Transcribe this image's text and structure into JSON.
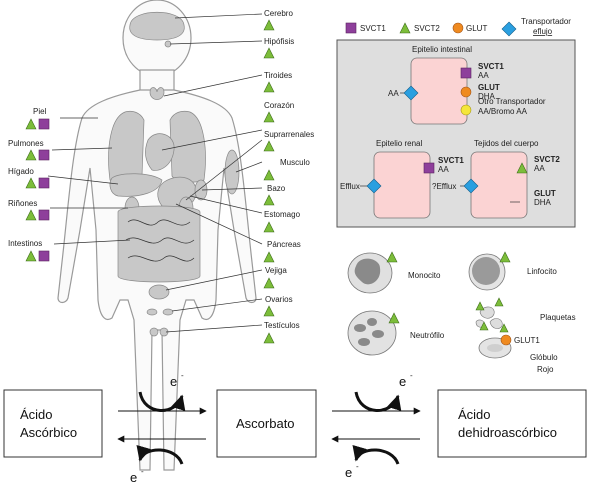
{
  "legend": {
    "svct1": "SVCT1",
    "svct2": "SVCT2",
    "glut": "GLUT",
    "transporter_line1": "Transportador",
    "transporter_line2": "eflujo"
  },
  "colors": {
    "svct1": "#8e3f9b",
    "svct2": "#7cbd3a",
    "glut": "#ef8a20",
    "efflux": "#2a9fe0",
    "other": "#f5e63a",
    "cell": "#fbd3d3",
    "panel": "#dedede"
  },
  "organs_right": [
    "Cerebro",
    "Hipófisis",
    "Tiroides",
    "Corazón",
    "Suprarrenales",
    "Musculo",
    "Bazo",
    "Estomago",
    "Páncreas",
    "Vejiga",
    "Ovarios",
    "Testículos"
  ],
  "organs_left": [
    "Piel",
    "Pulmones",
    "Hígado",
    "Riñones",
    "Intestinos"
  ],
  "panel": {
    "intestinal_title": "Epitelio intestinal",
    "aa": "AA",
    "int_svct1": "SVCT1",
    "int_svct1_sub": "AA",
    "int_glut": "GLUT",
    "int_glut_sub": "DHA",
    "int_other": "Otro Transportador",
    "int_other_sub": "AA/Bromo AA",
    "renal_title": "Epitelio renal",
    "renal_svct1": "SVCT1",
    "renal_svct1_sub": "AA",
    "efflux": "Efflux",
    "tissue_title": "Tejidos del cuerpo",
    "qefflux": "?Efflux",
    "tis_svct2": "SVCT2",
    "tis_svct2_sub": "AA",
    "tis_glut": "GLUT",
    "tis_glut_sub": "DHA"
  },
  "cells": {
    "monocyte": "Monocito",
    "lymphocyte": "Linfocito",
    "neutrophil": "Neutrófilo",
    "platelets": "Plaquetas",
    "glut1": "GLUT1",
    "rbc_line1": "Glóbulo",
    "rbc_line2": "Rojo"
  },
  "reaction": {
    "box1_line1": "Ácido",
    "box1_line2": "Ascórbico",
    "box2": "Ascorbato",
    "box3_line1": "Ácido",
    "box3_line2": "dehidroascórbico",
    "electron": "e",
    "minus": "-"
  }
}
